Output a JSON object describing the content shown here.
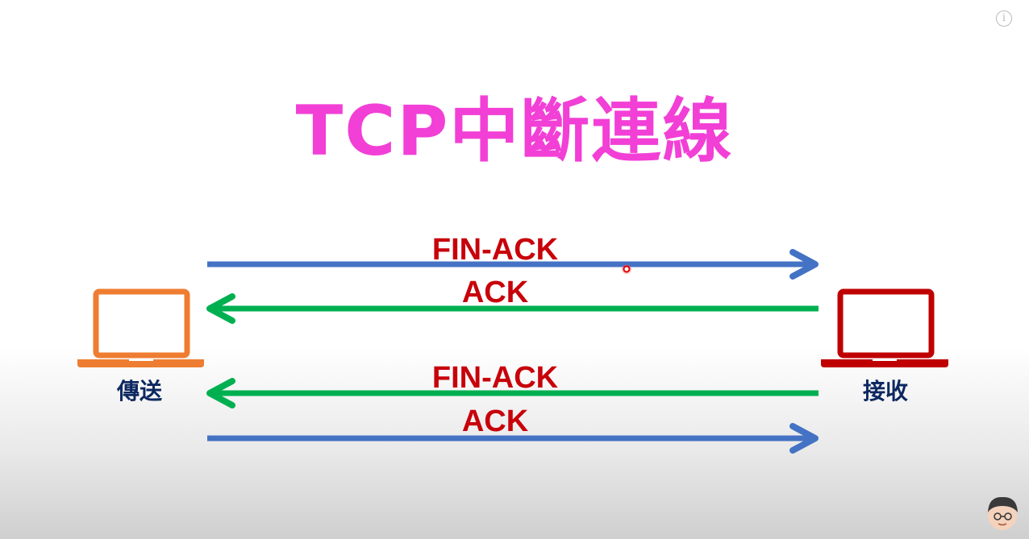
{
  "title": "TCP中斷連線",
  "sender": {
    "label": "傳送",
    "icon": "laptop-icon",
    "color": "#ee7d31"
  },
  "receiver": {
    "label": "接收",
    "icon": "laptop-icon",
    "color": "#c00000"
  },
  "messages": [
    {
      "label": "FIN-ACK",
      "direction": "sender-to-receiver",
      "color": "#4472c4"
    },
    {
      "label": "ACK",
      "direction": "receiver-to-sender",
      "color": "#00b050"
    },
    {
      "label": "FIN-ACK",
      "direction": "receiver-to-sender",
      "color": "#00b050"
    },
    {
      "label": "ACK",
      "direction": "sender-to-receiver",
      "color": "#4472c4"
    }
  ],
  "colors": {
    "title": "#f23fd6",
    "message_text": "#c8000a",
    "host_label": "#0d2860"
  },
  "overlay": {
    "info_icon": "info-icon",
    "avatar_icon": "presenter-avatar-icon"
  }
}
